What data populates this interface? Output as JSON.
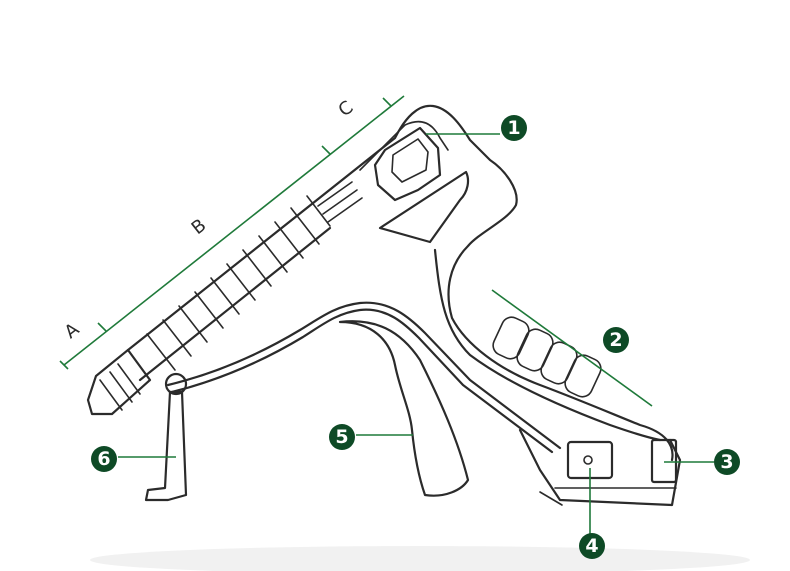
{
  "segments": [
    {
      "id": "a",
      "label": "A"
    },
    {
      "id": "b",
      "label": "B"
    },
    {
      "id": "c",
      "label": "C"
    }
  ],
  "callouts": [
    {
      "id": "1",
      "label": "1"
    },
    {
      "id": "2",
      "label": "2"
    },
    {
      "id": "3",
      "label": "3"
    },
    {
      "id": "4",
      "label": "4"
    },
    {
      "id": "5",
      "label": "5"
    },
    {
      "id": "6",
      "label": "6"
    }
  ],
  "colors": {
    "accent": "#1f7a3a",
    "badge": "#0e4a26",
    "outline": "#2b2b2b"
  }
}
